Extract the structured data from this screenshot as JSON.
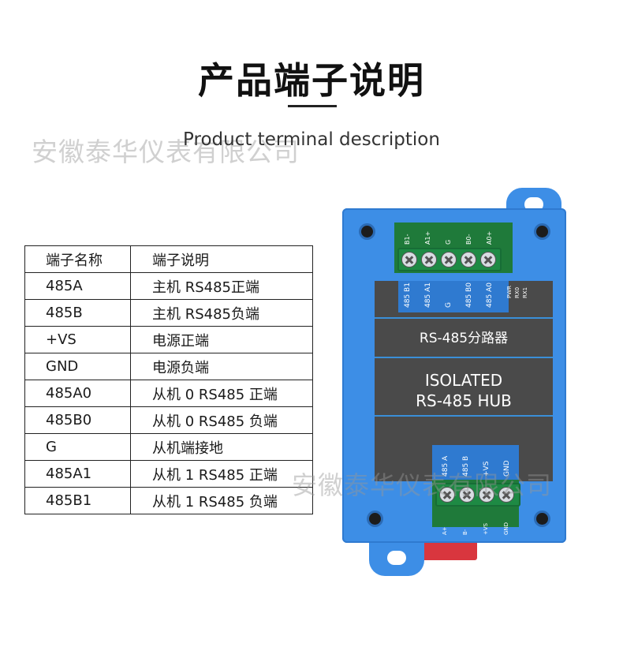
{
  "header": {
    "title": "产品端子说明",
    "subtitle": "Product terminal description"
  },
  "watermark": "安徽泰华仪表有限公司",
  "table": {
    "columns": [
      "端子名称",
      "端子说明"
    ],
    "rows": [
      [
        "485A",
        "主机 RS485正端"
      ],
      [
        "485B",
        "主机 RS485负端"
      ],
      [
        "+VS",
        "电源正端"
      ],
      [
        "GND",
        "电源负端"
      ],
      [
        "485A0",
        "从机 0 RS485 正端"
      ],
      [
        "485B0",
        "从机 0 RS485 负端"
      ],
      [
        "G",
        "从机端接地"
      ],
      [
        "485A1",
        "从机 1 RS485 正端"
      ],
      [
        "485B1",
        "从机 1 RS485 负端"
      ]
    ]
  },
  "device": {
    "top_pcb_labels": [
      "B1-",
      "A1+",
      "G",
      "B0-",
      "A0+"
    ],
    "led_labels": [
      "PWR",
      "RX0",
      "RX1"
    ],
    "top_panel_labels": [
      "485 B1",
      "485 A1",
      "G",
      "485 B0",
      "485 A0"
    ],
    "name_cn": "RS-485分路器",
    "name_en_line1": "ISOLATED",
    "name_en_line2": "RS-485 HUB",
    "bottom_panel_labels": [
      "485 A",
      "485 B",
      "+VS",
      "GND"
    ],
    "bottom_pcb_labels": [
      "A+",
      "B-",
      "+VS",
      "GND"
    ],
    "colors": {
      "enclosure": "#3d8ee6",
      "panel": "#4a4a4a",
      "terminal": "#1e8a44",
      "latch": "#d9363e"
    }
  }
}
